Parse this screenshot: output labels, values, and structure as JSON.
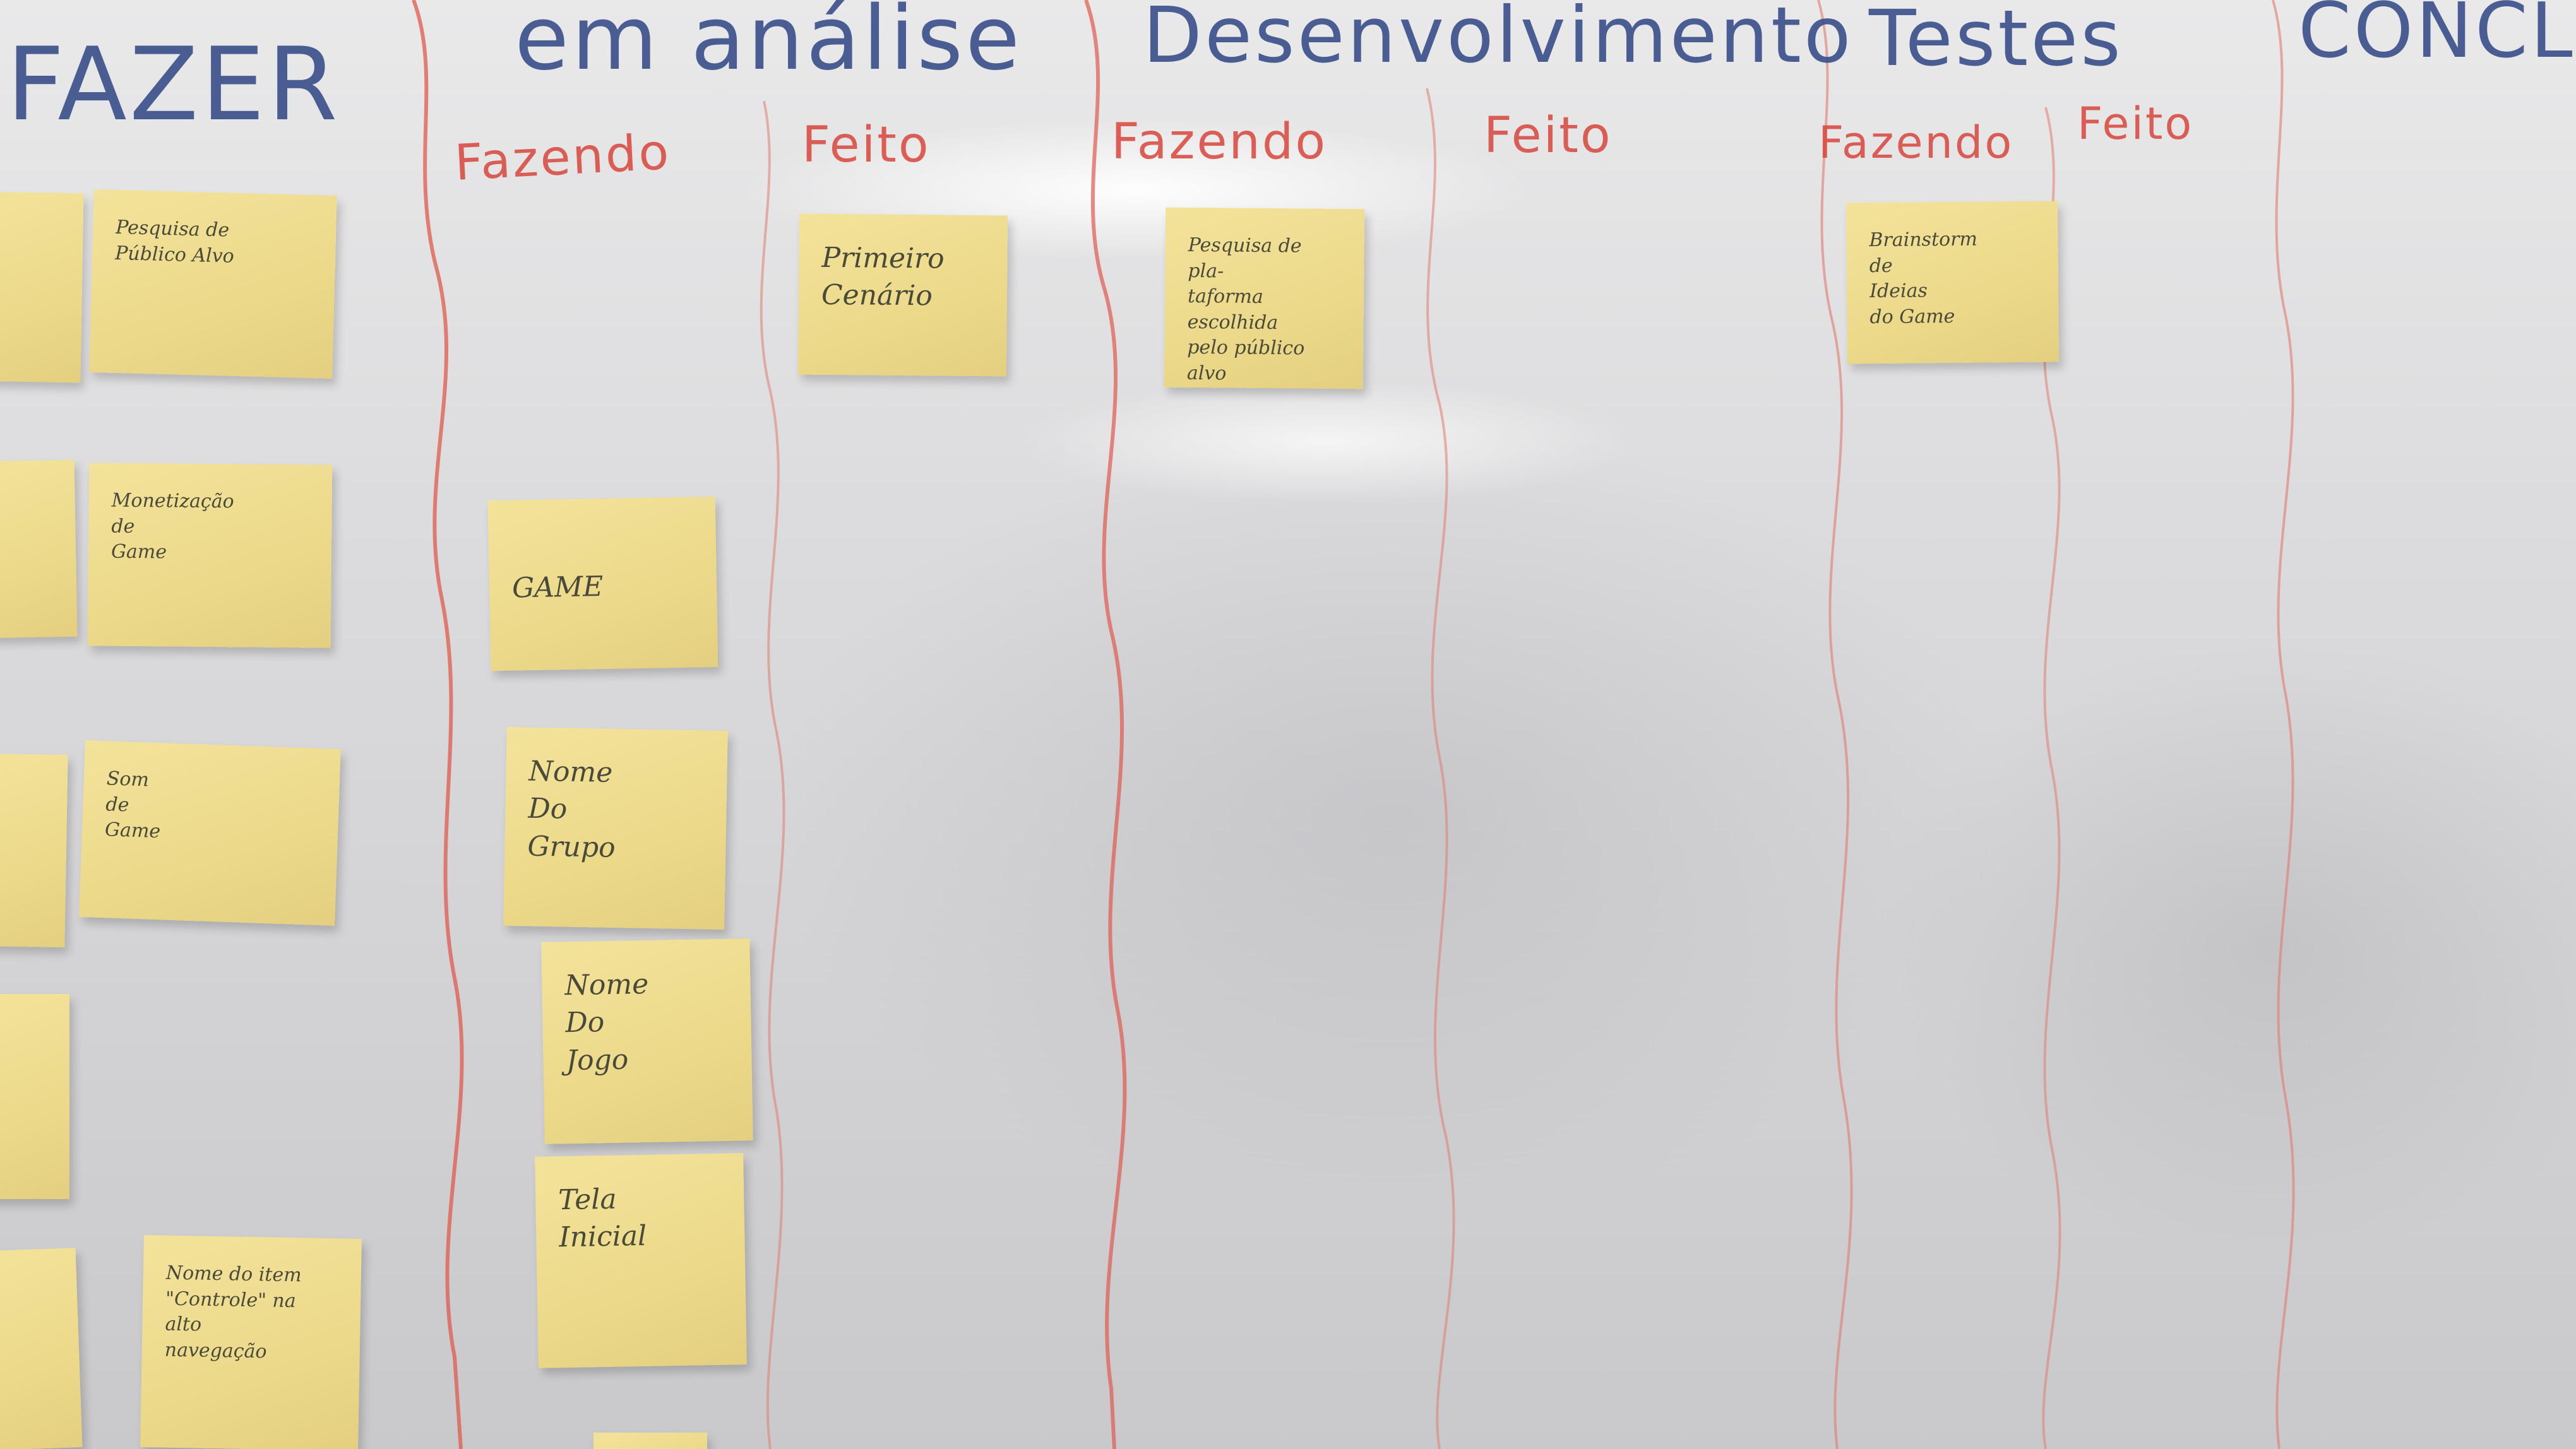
{
  "board": {
    "columns": [
      {
        "id": "fazer",
        "title": "FAZER"
      },
      {
        "id": "analise",
        "title": "em análise"
      },
      {
        "id": "desenvolvimento",
        "title": "Desenvolvimento"
      },
      {
        "id": "testes",
        "title": "Testes"
      },
      {
        "id": "concluido",
        "title": "CONCLU"
      }
    ],
    "subcolumns": {
      "analise_fazendo": "Fazendo",
      "analise_feito": "Feito",
      "dev_fazendo": "Fazendo",
      "dev_feito": "Feito",
      "testes_fazendo": "Fazendo",
      "testes_feito": "Feito"
    },
    "notes": {
      "fazer_1": "Pesquisa de\nPúblico Alvo",
      "fazer_2": "Monetização\nde\nGame",
      "fazer_3": "Som\nde\nGame",
      "fazer_4": "Nome do item\n\"Controle\" na alto\nnavegação",
      "analise_game": "GAME",
      "analise_nome_grupo": "Nome\nDo\nGrupo",
      "analise_nome_jogo": "Nome\nDo\nJogo",
      "analise_tela_inicial": "Tela\nInicial",
      "analise_feito_1": "Primeiro\nCenário",
      "dev_fazendo_1": "Pesquisa de pla-\ntaforma escolhida\npelo público alvo",
      "testes_fazendo_1": "Brainstorm\nde\nIdeias\ndo Game"
    }
  }
}
